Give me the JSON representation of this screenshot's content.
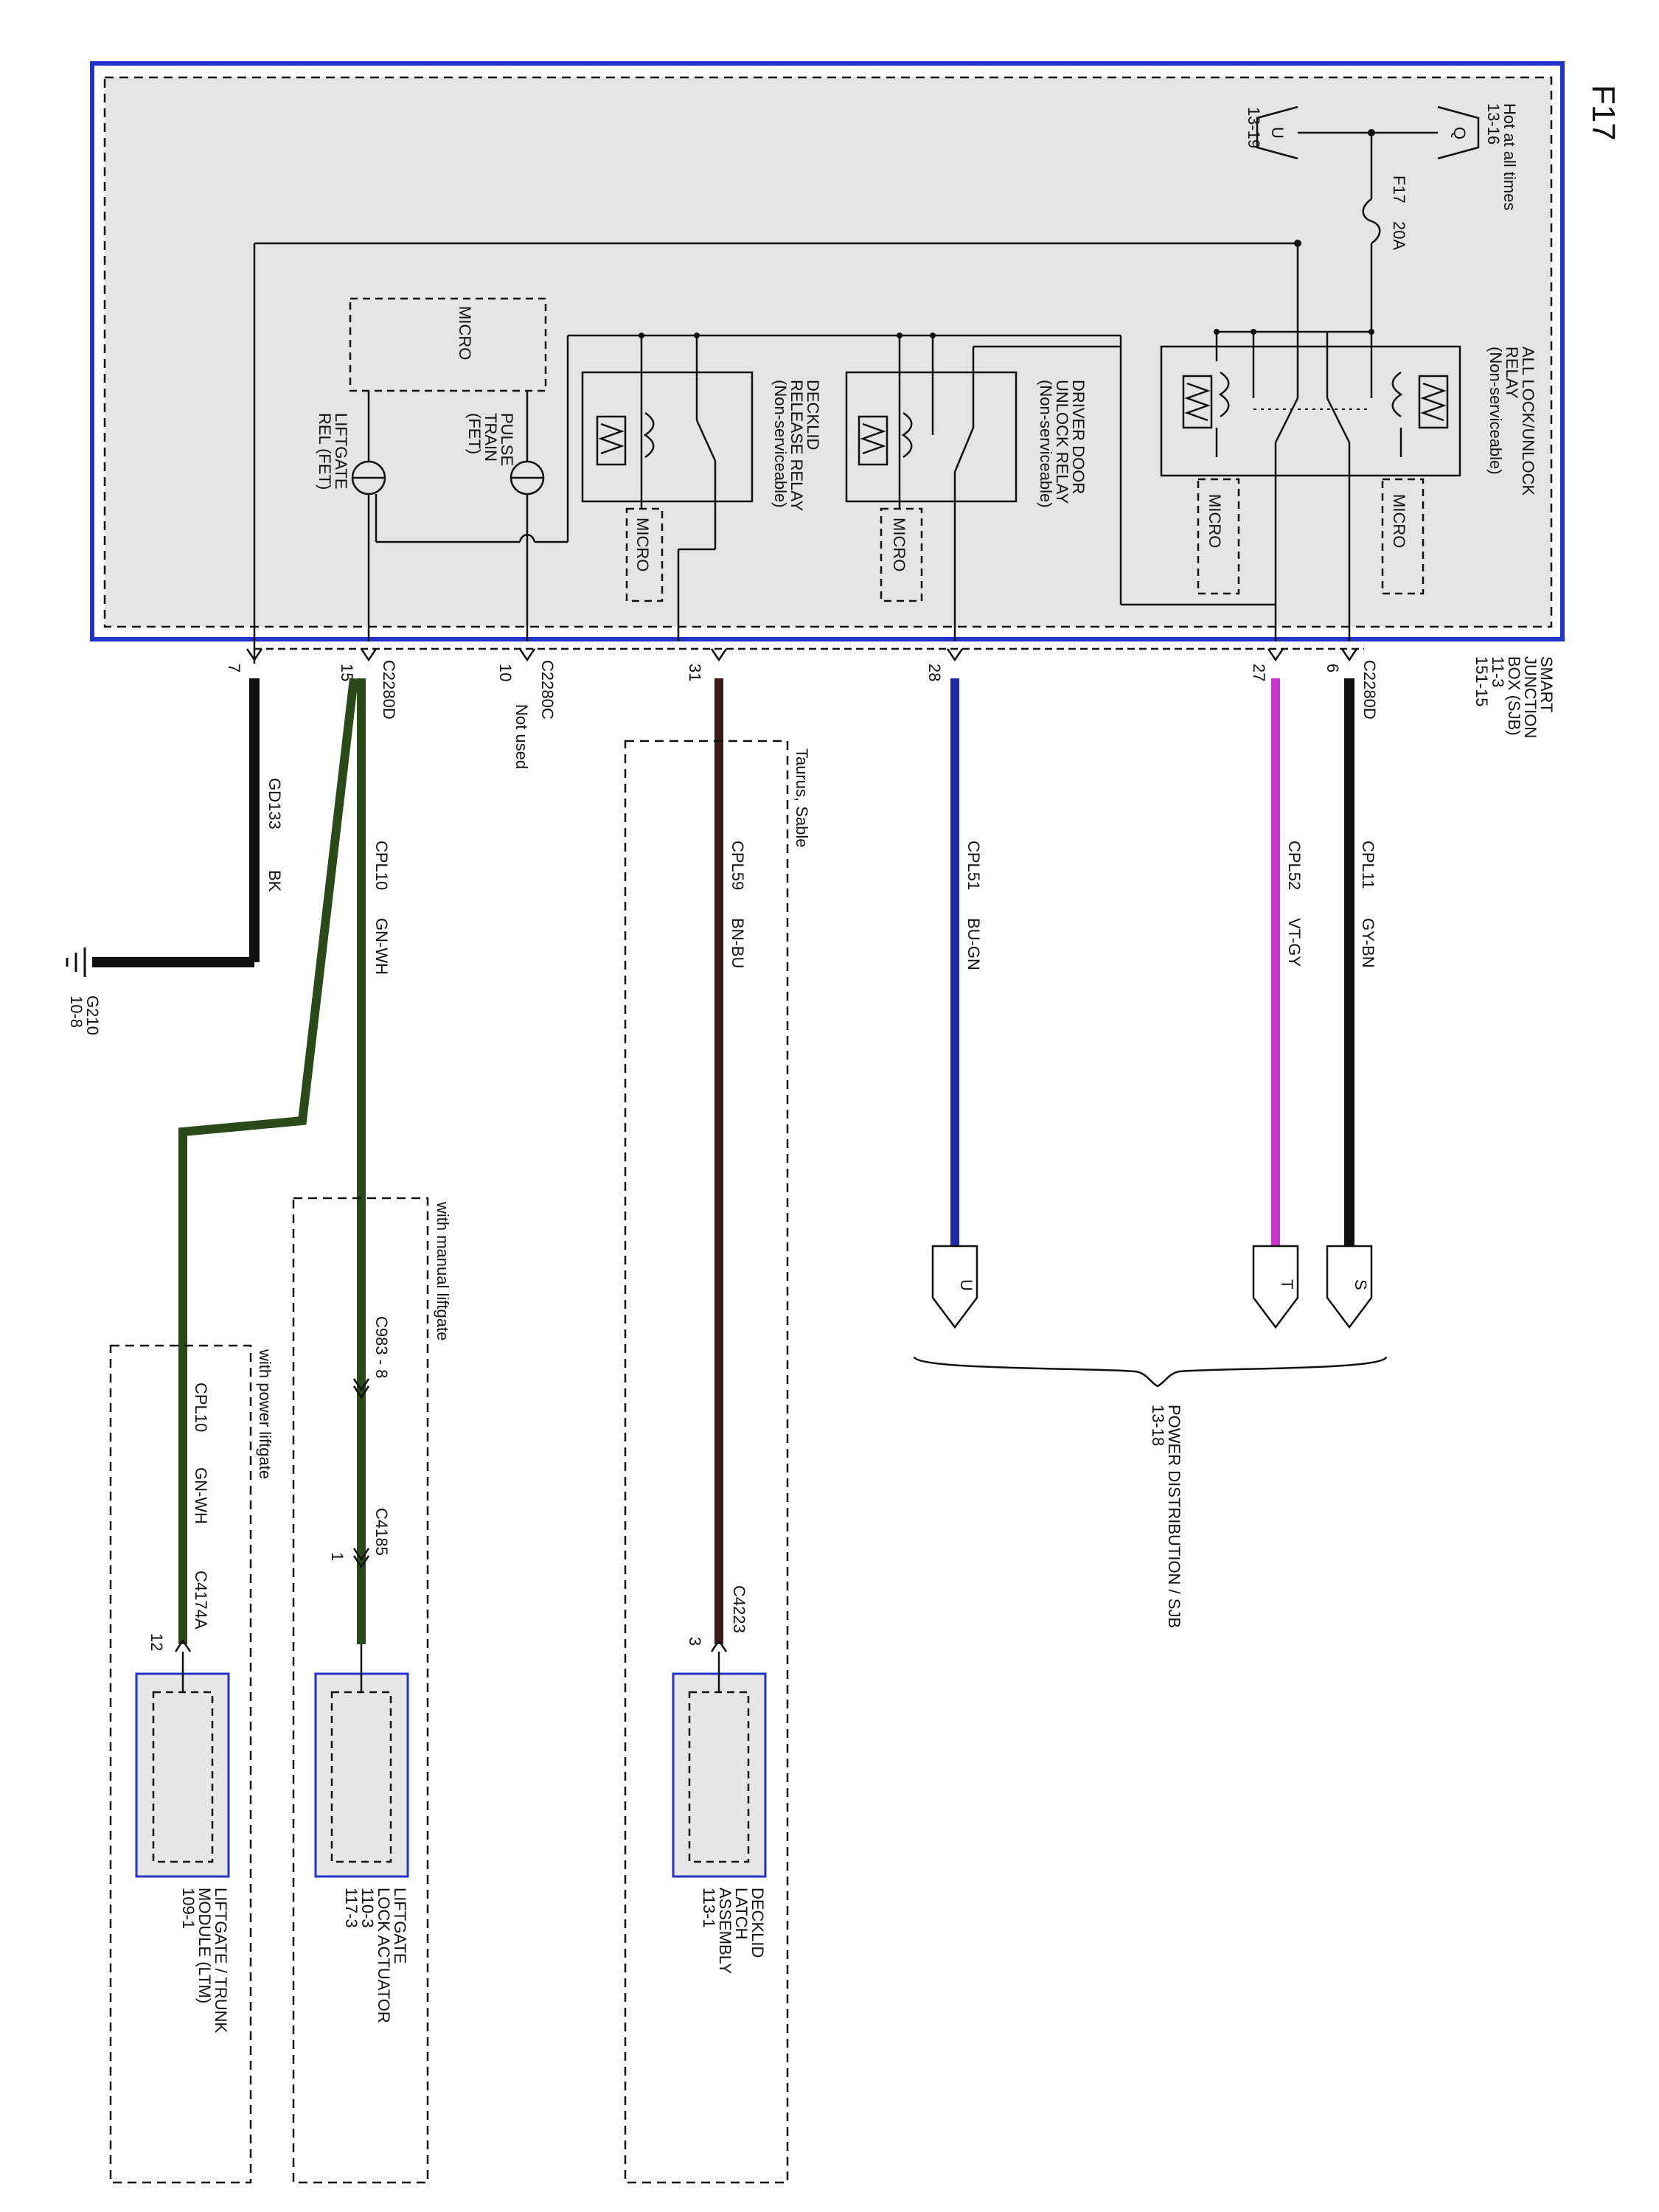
{
  "page": {
    "code": "F17"
  },
  "sjb": {
    "label_lines": [
      "SMART",
      "JUNCTION",
      "BOX (SJB)",
      "11-3",
      "151-15"
    ],
    "hot_at_all_times": "Hot at all times",
    "hot_ref": "13-16",
    "input_letter": "Q",
    "output_letter": "U",
    "output_ref": "13-19",
    "fuse": {
      "name": "F17",
      "rating": "20A"
    },
    "all_lock_relay": [
      "ALL LOCK/UNLOCK",
      "RELAY",
      "(Non-serviceable)"
    ],
    "driver_relay": [
      "DRIVER DOOR",
      "UNLOCK RELAY",
      "(Non-serviceable)"
    ],
    "decklid_relay": [
      "DECKLID",
      "RELEASE RELAY",
      "(Non-serviceable)"
    ],
    "micro_label": "MICRO",
    "pulse_train": [
      "PULSE",
      "TRAIN",
      "(FET)"
    ],
    "liftgate_rel": [
      "LIFTGATE",
      "REL (FET)"
    ]
  },
  "connectors": {
    "c2280d": "C2280D",
    "c2280c": "C2280C",
    "not_used": "Not used",
    "pins": [
      "6",
      "27",
      "28",
      "31",
      "10",
      "15",
      "7"
    ]
  },
  "circuits": [
    {
      "circuit": "CPL11",
      "color": "GY-BN",
      "wire_hex": "#111111",
      "letter": "S"
    },
    {
      "circuit": "CPL52",
      "color": "VT-GY",
      "wire_hex": "#cc33cc",
      "letter": "T"
    },
    {
      "circuit": "CPL51",
      "color": "BU-GN",
      "wire_hex": "#1f2aa8",
      "letter": "U"
    },
    {
      "circuit": "CPL59",
      "color": "BN-BU",
      "wire_hex": "#3a1a1a"
    },
    {
      "circuit": "CPL10",
      "color": "GN-WH",
      "wire_hex": "#2b4a1a"
    },
    {
      "circuit": "GD133",
      "color": "BK",
      "wire_hex": "#111111"
    }
  ],
  "power_distribution": {
    "title": "POWER DISTRIBUTION / SJB",
    "ref": "13-18"
  },
  "ground": {
    "name": "G210",
    "ref": "10-8"
  },
  "taurus_sable": "Taurus, Sable",
  "decklid_latch": {
    "connector": "C4223",
    "pin": "3",
    "label_lines": [
      "DECKLID",
      "LATCH",
      "ASSEMBLY",
      "113-1"
    ]
  },
  "manual_liftgate": {
    "label": "with manual liftgate",
    "c983": "C983 - 8",
    "c4185": "C4185",
    "pin": "1",
    "label_lines": [
      "LIFTGATE",
      "LOCK ACTUATOR",
      "110-3",
      "117-3"
    ]
  },
  "power_liftgate": {
    "label": "with power liftgate",
    "circuit": "CPL10",
    "color": "GN-WH",
    "connector": "C4174A",
    "pin": "12",
    "label_lines": [
      "LIFTGATE / TRUNK",
      "MODULE (LTM)",
      "109-1"
    ]
  },
  "colors": {
    "sjb_border": "#2233cc",
    "sjb_fill": "#e4e4e4",
    "component_border": "#2233cc",
    "component_fill": "#e6e6e6"
  }
}
